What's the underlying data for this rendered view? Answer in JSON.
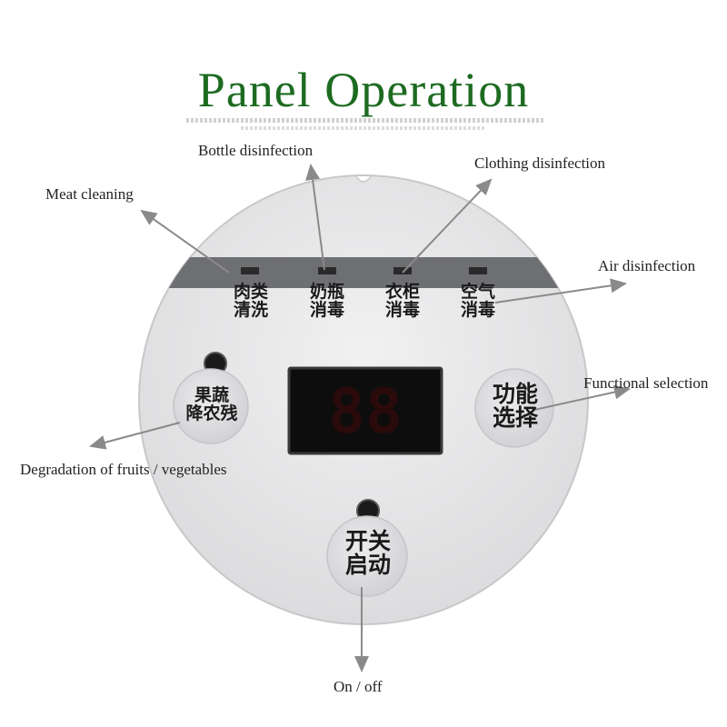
{
  "title": "Panel Operation",
  "callouts": {
    "meat": "Meat cleaning",
    "bottle": "Bottle disinfection",
    "clothing": "Clothing disinfection",
    "air": "Air disinfection",
    "function": "Functional selection",
    "fruits": "Degradation of fruits / vegetables",
    "power": "On / off"
  },
  "panel": {
    "meat": {
      "line1": "肉类",
      "line2": "清洗"
    },
    "bottle": {
      "line1": "奶瓶",
      "line2": "消毒"
    },
    "clothing": {
      "line1": "衣柜",
      "line2": "消毒"
    },
    "air": {
      "line1": "空气",
      "line2": "消毒"
    },
    "fruits": {
      "line1": "果蔬",
      "line2": "降农残"
    },
    "function": {
      "line1": "功能",
      "line2": "选择"
    },
    "power": {
      "line1": "开关",
      "line2": "启动"
    },
    "display": "88"
  },
  "colors": {
    "title": "#1d6b21",
    "panel": "#e9e9ea",
    "band": "#6e6f72",
    "button": "#e2e3e5",
    "display": "#2a0a0a",
    "arrow": "#8a8a8a"
  }
}
